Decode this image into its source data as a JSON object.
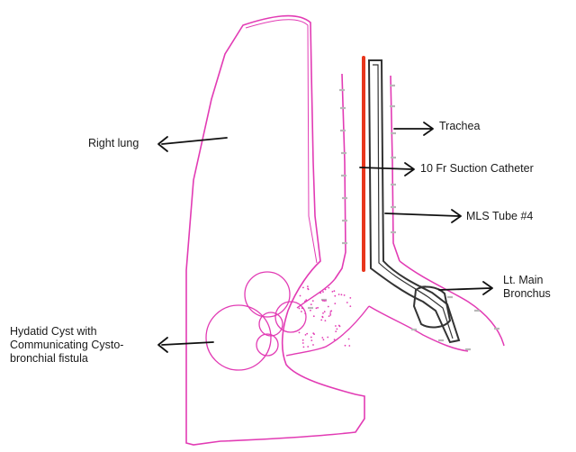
{
  "labels": {
    "right_lung": "Right lung",
    "trachea": "Trachea",
    "suction_catheter": "10 Fr Suction Catheter",
    "mls_tube": "MLS Tube #4",
    "lt_main_bronchus": [
      "Lt. Main",
      "Bronchus"
    ],
    "hydatid_cyst": [
      "Hydatid Cyst with",
      "Communicating Cysto-",
      "bronchial fistula"
    ]
  },
  "colors": {
    "lung_outline": "#e23bb4",
    "catheter": "#e8361c",
    "tube": "#333333",
    "arrow": "#111111",
    "cyst_outline": "#e23bb4",
    "tick_marks": "#b8b8b8"
  }
}
